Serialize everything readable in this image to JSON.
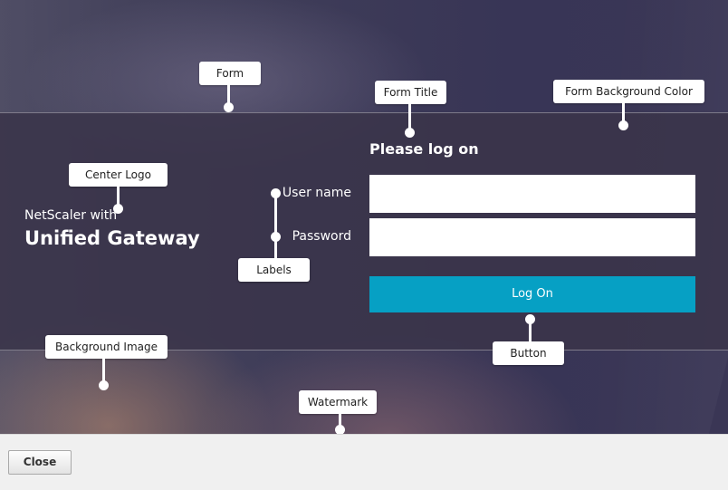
{
  "preview": {
    "logo": {
      "line1": "NetScaler with",
      "line2": "Unified Gateway"
    },
    "form_title": "Please log on",
    "labels": {
      "username": "User name",
      "password": "Password"
    },
    "inputs": {
      "username_value": "",
      "password_value": ""
    },
    "logon_button": "Log On"
  },
  "callouts": {
    "form": "Form",
    "form_title": "Form Title",
    "form_background_color": "Form Background Color",
    "center_logo": "Center Logo",
    "labels": "Labels",
    "background_image": "Background Image",
    "button": "Button",
    "watermark": "Watermark"
  },
  "dialog": {
    "close_button": "Close"
  },
  "colors": {
    "button": "#06a0c4",
    "form_band": "#3a344a",
    "callout_bg": "#ffffff"
  }
}
